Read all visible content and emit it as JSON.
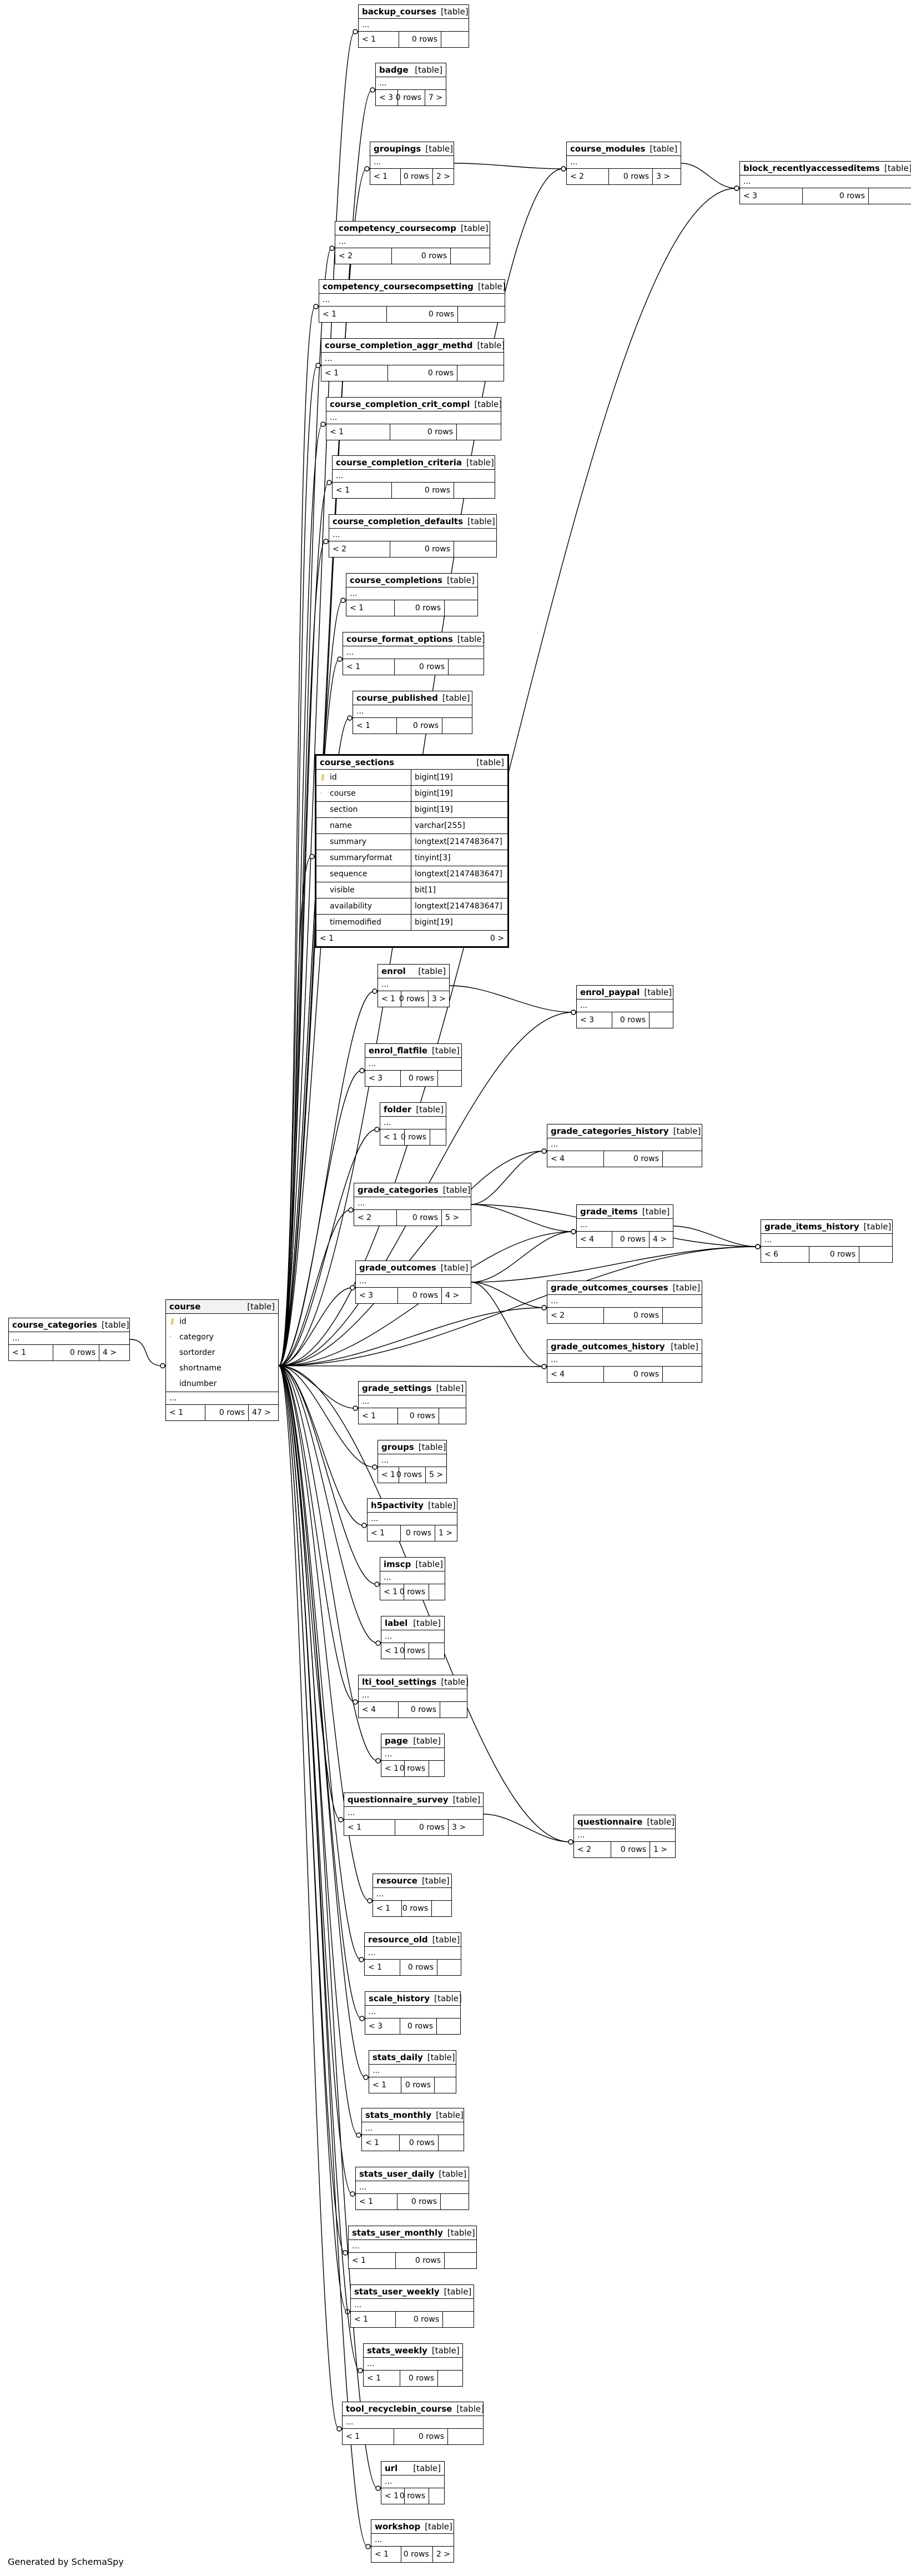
{
  "footer": "Generated by SchemaSpy",
  "tag": "[table]",
  "tables": [
    {
      "id": "backup_courses",
      "name": "backup_courses",
      "rows": "0 rows",
      "left": "< 1",
      "right": ""
    },
    {
      "id": "badge",
      "name": "badge",
      "rows": "0 rows",
      "left": "< 3",
      "right": "7 >"
    },
    {
      "id": "groupings",
      "name": "groupings",
      "rows": "0 rows",
      "left": "< 1",
      "right": "2 >"
    },
    {
      "id": "course_modules",
      "name": "course_modules",
      "rows": "0 rows",
      "left": "< 2",
      "right": "3 >"
    },
    {
      "id": "block_recentlyaccesseditems",
      "name": "block_recentlyaccesseditems",
      "rows": "0 rows",
      "left": "< 3",
      "right": ""
    },
    {
      "id": "competency_coursecomp",
      "name": "competency_coursecomp",
      "rows": "0 rows",
      "left": "< 2",
      "right": ""
    },
    {
      "id": "competency_coursecompsetting",
      "name": "competency_coursecompsetting",
      "rows": "0 rows",
      "left": "< 1",
      "right": ""
    },
    {
      "id": "course_completion_aggr_methd",
      "name": "course_completion_aggr_methd",
      "rows": "0 rows",
      "left": "< 1",
      "right": ""
    },
    {
      "id": "course_completion_crit_compl",
      "name": "course_completion_crit_compl",
      "rows": "0 rows",
      "left": "< 1",
      "right": ""
    },
    {
      "id": "course_completion_criteria",
      "name": "course_completion_criteria",
      "rows": "0 rows",
      "left": "< 1",
      "right": ""
    },
    {
      "id": "course_completion_defaults",
      "name": "course_completion_defaults",
      "rows": "0 rows",
      "left": "< 2",
      "right": ""
    },
    {
      "id": "course_completions",
      "name": "course_completions",
      "rows": "0 rows",
      "left": "< 1",
      "right": ""
    },
    {
      "id": "course_format_options",
      "name": "course_format_options",
      "rows": "0 rows",
      "left": "< 1",
      "right": ""
    },
    {
      "id": "course_published",
      "name": "course_published",
      "rows": "0 rows",
      "left": "< 1",
      "right": ""
    },
    {
      "id": "enrol",
      "name": "enrol",
      "rows": "0 rows",
      "left": "< 1",
      "right": "3 >"
    },
    {
      "id": "enrol_paypal",
      "name": "enrol_paypal",
      "rows": "0 rows",
      "left": "< 3",
      "right": ""
    },
    {
      "id": "enrol_flatfile",
      "name": "enrol_flatfile",
      "rows": "0 rows",
      "left": "< 3",
      "right": ""
    },
    {
      "id": "folder",
      "name": "folder",
      "rows": "0 rows",
      "left": "< 1",
      "right": ""
    },
    {
      "id": "grade_categories_history",
      "name": "grade_categories_history",
      "rows": "0 rows",
      "left": "< 4",
      "right": ""
    },
    {
      "id": "grade_categories",
      "name": "grade_categories",
      "rows": "0 rows",
      "left": "< 2",
      "right": "5 >"
    },
    {
      "id": "grade_items",
      "name": "grade_items",
      "rows": "0 rows",
      "left": "< 4",
      "right": "4 >"
    },
    {
      "id": "grade_items_history",
      "name": "grade_items_history",
      "rows": "0 rows",
      "left": "< 6",
      "right": ""
    },
    {
      "id": "grade_outcomes",
      "name": "grade_outcomes",
      "rows": "0 rows",
      "left": "< 3",
      "right": "4 >"
    },
    {
      "id": "grade_outcomes_courses",
      "name": "grade_outcomes_courses",
      "rows": "0 rows",
      "left": "< 2",
      "right": ""
    },
    {
      "id": "grade_outcomes_history",
      "name": "grade_outcomes_history",
      "rows": "0 rows",
      "left": "< 4",
      "right": ""
    },
    {
      "id": "course_categories",
      "name": "course_categories",
      "rows": "0 rows",
      "left": "< 1",
      "right": "4 >"
    },
    {
      "id": "grade_settings",
      "name": "grade_settings",
      "rows": "0 rows",
      "left": "< 1",
      "right": ""
    },
    {
      "id": "groups",
      "name": "groups",
      "rows": "0 rows",
      "left": "< 1",
      "right": "5 >"
    },
    {
      "id": "h5pactivity",
      "name": "h5pactivity",
      "rows": "0 rows",
      "left": "< 1",
      "right": "1 >"
    },
    {
      "id": "imscp",
      "name": "imscp",
      "rows": "0 rows",
      "left": "< 1",
      "right": ""
    },
    {
      "id": "label",
      "name": "label",
      "rows": "0 rows",
      "left": "< 1",
      "right": ""
    },
    {
      "id": "lti_tool_settings",
      "name": "lti_tool_settings",
      "rows": "0 rows",
      "left": "< 4",
      "right": ""
    },
    {
      "id": "page",
      "name": "page",
      "rows": "0 rows",
      "left": "< 1",
      "right": ""
    },
    {
      "id": "questionnaire_survey",
      "name": "questionnaire_survey",
      "rows": "0 rows",
      "left": "< 1",
      "right": "3 >"
    },
    {
      "id": "questionnaire",
      "name": "questionnaire",
      "rows": "0 rows",
      "left": "< 2",
      "right": "1 >"
    },
    {
      "id": "resource",
      "name": "resource",
      "rows": "0 rows",
      "left": "< 1",
      "right": ""
    },
    {
      "id": "resource_old",
      "name": "resource_old",
      "rows": "0 rows",
      "left": "< 1",
      "right": ""
    },
    {
      "id": "scale_history",
      "name": "scale_history",
      "rows": "0 rows",
      "left": "< 3",
      "right": ""
    },
    {
      "id": "stats_daily",
      "name": "stats_daily",
      "rows": "0 rows",
      "left": "< 1",
      "right": ""
    },
    {
      "id": "stats_monthly",
      "name": "stats_monthly",
      "rows": "0 rows",
      "left": "< 1",
      "right": ""
    },
    {
      "id": "stats_user_daily",
      "name": "stats_user_daily",
      "rows": "0 rows",
      "left": "< 1",
      "right": ""
    },
    {
      "id": "stats_user_monthly",
      "name": "stats_user_monthly",
      "rows": "0 rows",
      "left": "< 1",
      "right": ""
    },
    {
      "id": "stats_user_weekly",
      "name": "stats_user_weekly",
      "rows": "0 rows",
      "left": "< 1",
      "right": ""
    },
    {
      "id": "stats_weekly",
      "name": "stats_weekly",
      "rows": "0 rows",
      "left": "< 1",
      "right": ""
    },
    {
      "id": "tool_recyclebin_course",
      "name": "tool_recyclebin_course",
      "rows": "0 rows",
      "left": "< 1",
      "right": ""
    },
    {
      "id": "url",
      "name": "url",
      "rows": "0 rows",
      "left": "< 1",
      "right": ""
    },
    {
      "id": "workshop",
      "name": "workshop",
      "rows": "0 rows",
      "left": "< 1",
      "right": "2 >"
    }
  ],
  "course": {
    "name": "course",
    "columns": [
      {
        "key": "pk",
        "name": "id"
      },
      {
        "key": "fk",
        "name": "category"
      },
      {
        "key": "",
        "name": "sortorder"
      },
      {
        "key": "",
        "name": "shortname"
      },
      {
        "key": "",
        "name": "idnumber"
      }
    ],
    "ellipsis": "...",
    "rows": "0 rows",
    "left": "< 1",
    "right": "47 >"
  },
  "course_sections": {
    "name": "course_sections",
    "columns": [
      {
        "key": "pk",
        "name": "id",
        "type": "bigint[19]"
      },
      {
        "key": "fk",
        "name": "course",
        "type": "bigint[19]"
      },
      {
        "key": "",
        "name": "section",
        "type": "bigint[19]"
      },
      {
        "key": "",
        "name": "name",
        "type": "varchar[255]"
      },
      {
        "key": "",
        "name": "summary",
        "type": "longtext[2147483647]"
      },
      {
        "key": "",
        "name": "summaryformat",
        "type": "tinyint[3]"
      },
      {
        "key": "",
        "name": "sequence",
        "type": "longtext[2147483647]"
      },
      {
        "key": "",
        "name": "visible",
        "type": "bit[1]"
      },
      {
        "key": "",
        "name": "availability",
        "type": "longtext[2147483647]"
      },
      {
        "key": "",
        "name": "timemodified",
        "type": "bigint[19]"
      }
    ],
    "left": "< 1",
    "right": "0 >"
  },
  "ellipsis": "...",
  "relations": [
    [
      "course",
      "backup_courses"
    ],
    [
      "course",
      "badge"
    ],
    [
      "course",
      "groupings"
    ],
    [
      "course",
      "course_modules"
    ],
    [
      "course",
      "block_recentlyaccesseditems"
    ],
    [
      "course",
      "competency_coursecomp"
    ],
    [
      "course",
      "competency_coursecompsetting"
    ],
    [
      "course",
      "course_completion_aggr_methd"
    ],
    [
      "course",
      "course_completion_crit_compl"
    ],
    [
      "course",
      "course_completion_criteria"
    ],
    [
      "course",
      "course_completion_defaults"
    ],
    [
      "course",
      "course_completions"
    ],
    [
      "course",
      "course_format_options"
    ],
    [
      "course",
      "course_published"
    ],
    [
      "course",
      "course_sections"
    ],
    [
      "course",
      "enrol"
    ],
    [
      "course",
      "enrol_paypal"
    ],
    [
      "course",
      "enrol_flatfile"
    ],
    [
      "course",
      "folder"
    ],
    [
      "course",
      "grade_categories_history"
    ],
    [
      "course",
      "grade_categories"
    ],
    [
      "course",
      "grade_items"
    ],
    [
      "course",
      "grade_items_history"
    ],
    [
      "course",
      "grade_outcomes"
    ],
    [
      "course",
      "grade_outcomes_courses"
    ],
    [
      "course",
      "grade_outcomes_history"
    ],
    [
      "course",
      "grade_settings"
    ],
    [
      "course",
      "groups"
    ],
    [
      "course",
      "h5pactivity"
    ],
    [
      "course",
      "imscp"
    ],
    [
      "course",
      "label"
    ],
    [
      "course",
      "lti_tool_settings"
    ],
    [
      "course",
      "page"
    ],
    [
      "course",
      "questionnaire_survey"
    ],
    [
      "course",
      "questionnaire"
    ],
    [
      "course",
      "resource"
    ],
    [
      "course",
      "resource_old"
    ],
    [
      "course",
      "scale_history"
    ],
    [
      "course",
      "stats_daily"
    ],
    [
      "course",
      "stats_monthly"
    ],
    [
      "course",
      "stats_user_daily"
    ],
    [
      "course",
      "stats_user_monthly"
    ],
    [
      "course",
      "stats_user_weekly"
    ],
    [
      "course",
      "stats_weekly"
    ],
    [
      "course",
      "tool_recyclebin_course"
    ],
    [
      "course",
      "url"
    ],
    [
      "course",
      "workshop"
    ],
    [
      "course_categories",
      "course"
    ],
    [
      "groupings",
      "course_modules"
    ],
    [
      "course_modules",
      "block_recentlyaccesseditems"
    ],
    [
      "enrol",
      "enrol_paypal"
    ],
    [
      "grade_categories",
      "grade_categories_history"
    ],
    [
      "grade_categories",
      "grade_items"
    ],
    [
      "grade_categories",
      "grade_items_history"
    ],
    [
      "grade_items",
      "grade_items_history"
    ],
    [
      "grade_outcomes",
      "grade_items"
    ],
    [
      "grade_outcomes",
      "grade_outcomes_courses"
    ],
    [
      "grade_outcomes",
      "grade_outcomes_history"
    ],
    [
      "grade_outcomes",
      "grade_items_history"
    ],
    [
      "questionnaire_survey",
      "questionnaire"
    ]
  ]
}
